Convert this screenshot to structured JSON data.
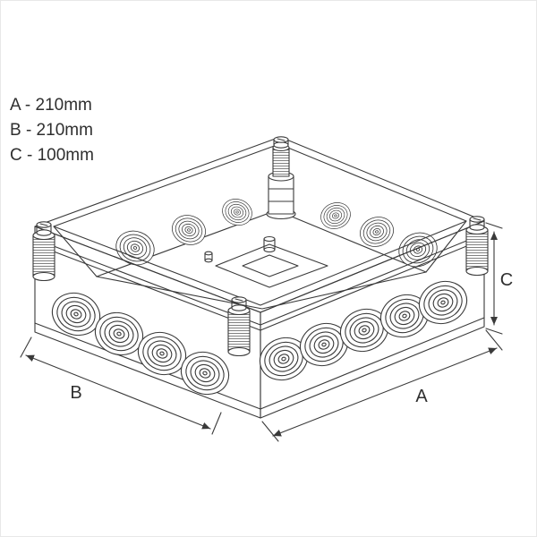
{
  "page": {
    "background": "#ffffff",
    "border_color": "#e8e8e8"
  },
  "drawing": {
    "line_color": "#3a3a3a",
    "legend": {
      "items": [
        {
          "id": "A",
          "label": "A - 210mm"
        },
        {
          "id": "B",
          "label": "B - 210mm"
        },
        {
          "id": "C",
          "label": "C - 100mm"
        }
      ]
    },
    "dimension_labels": {
      "a": "A",
      "b": "B",
      "c": "C"
    },
    "dimensions_mm": {
      "A": 210,
      "B": 210,
      "C": 100
    }
  }
}
